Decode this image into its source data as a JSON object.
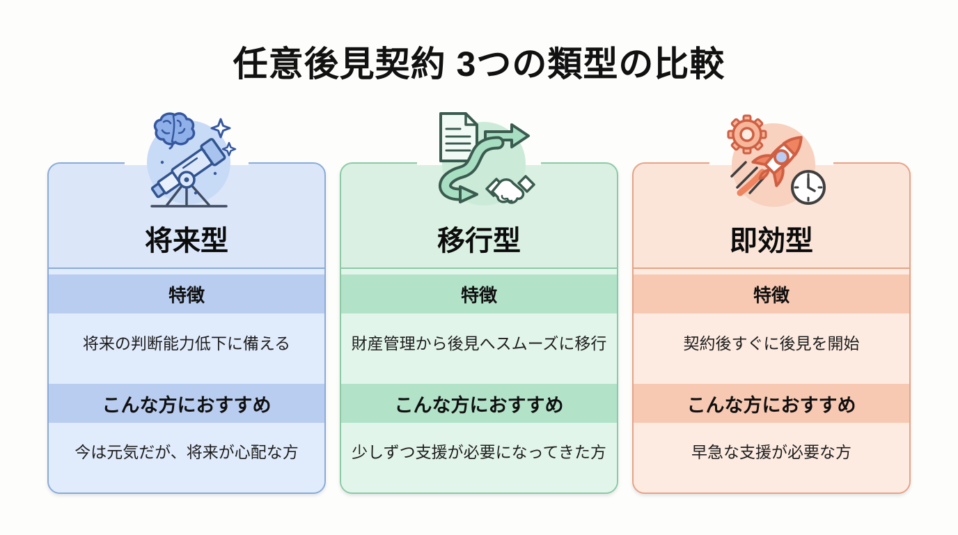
{
  "page": {
    "title": "任意後見契約 3つの類型の比較",
    "background": "#fdfdfb"
  },
  "cards": [
    {
      "type": "将来型",
      "icon": "telescope-brain-icon",
      "features_label": "特徴",
      "feature": "将来の判断能力低下に備える",
      "recommended_label": "こんな方におすすめ",
      "recommended_for": "今は元気だが、将来が心配な方",
      "colors": {
        "border": "#8aaad9",
        "bg": "#dbe7f8",
        "band": "#b9cdf0",
        "content_bg": "#e0ebfb",
        "icon_circle": "#c7daf6"
      }
    },
    {
      "type": "移行型",
      "icon": "document-arrow-handshake-icon",
      "features_label": "特徴",
      "feature": "財産管理から後見へスムーズに移行",
      "recommended_label": "こんな方におすすめ",
      "recommended_for": "少しずつ支援が必要になってきた方",
      "colors": {
        "border": "#8cc9a6",
        "bg": "#d9f0e2",
        "band": "#b2e2c8",
        "content_bg": "#e2f5ea",
        "icon_circle": "#cbebd8"
      }
    },
    {
      "type": "即効型",
      "icon": "rocket-gear-clock-icon",
      "features_label": "特徴",
      "feature": "契約後すぐに後見を開始",
      "recommended_label": "こんな方におすすめ",
      "recommended_for": "早急な支援が必要な方",
      "colors": {
        "border": "#e7a285",
        "bg": "#fbe5d9",
        "band": "#f8c9b2",
        "content_bg": "#fdebe1",
        "icon_circle": "#f8d1bf"
      }
    }
  ]
}
